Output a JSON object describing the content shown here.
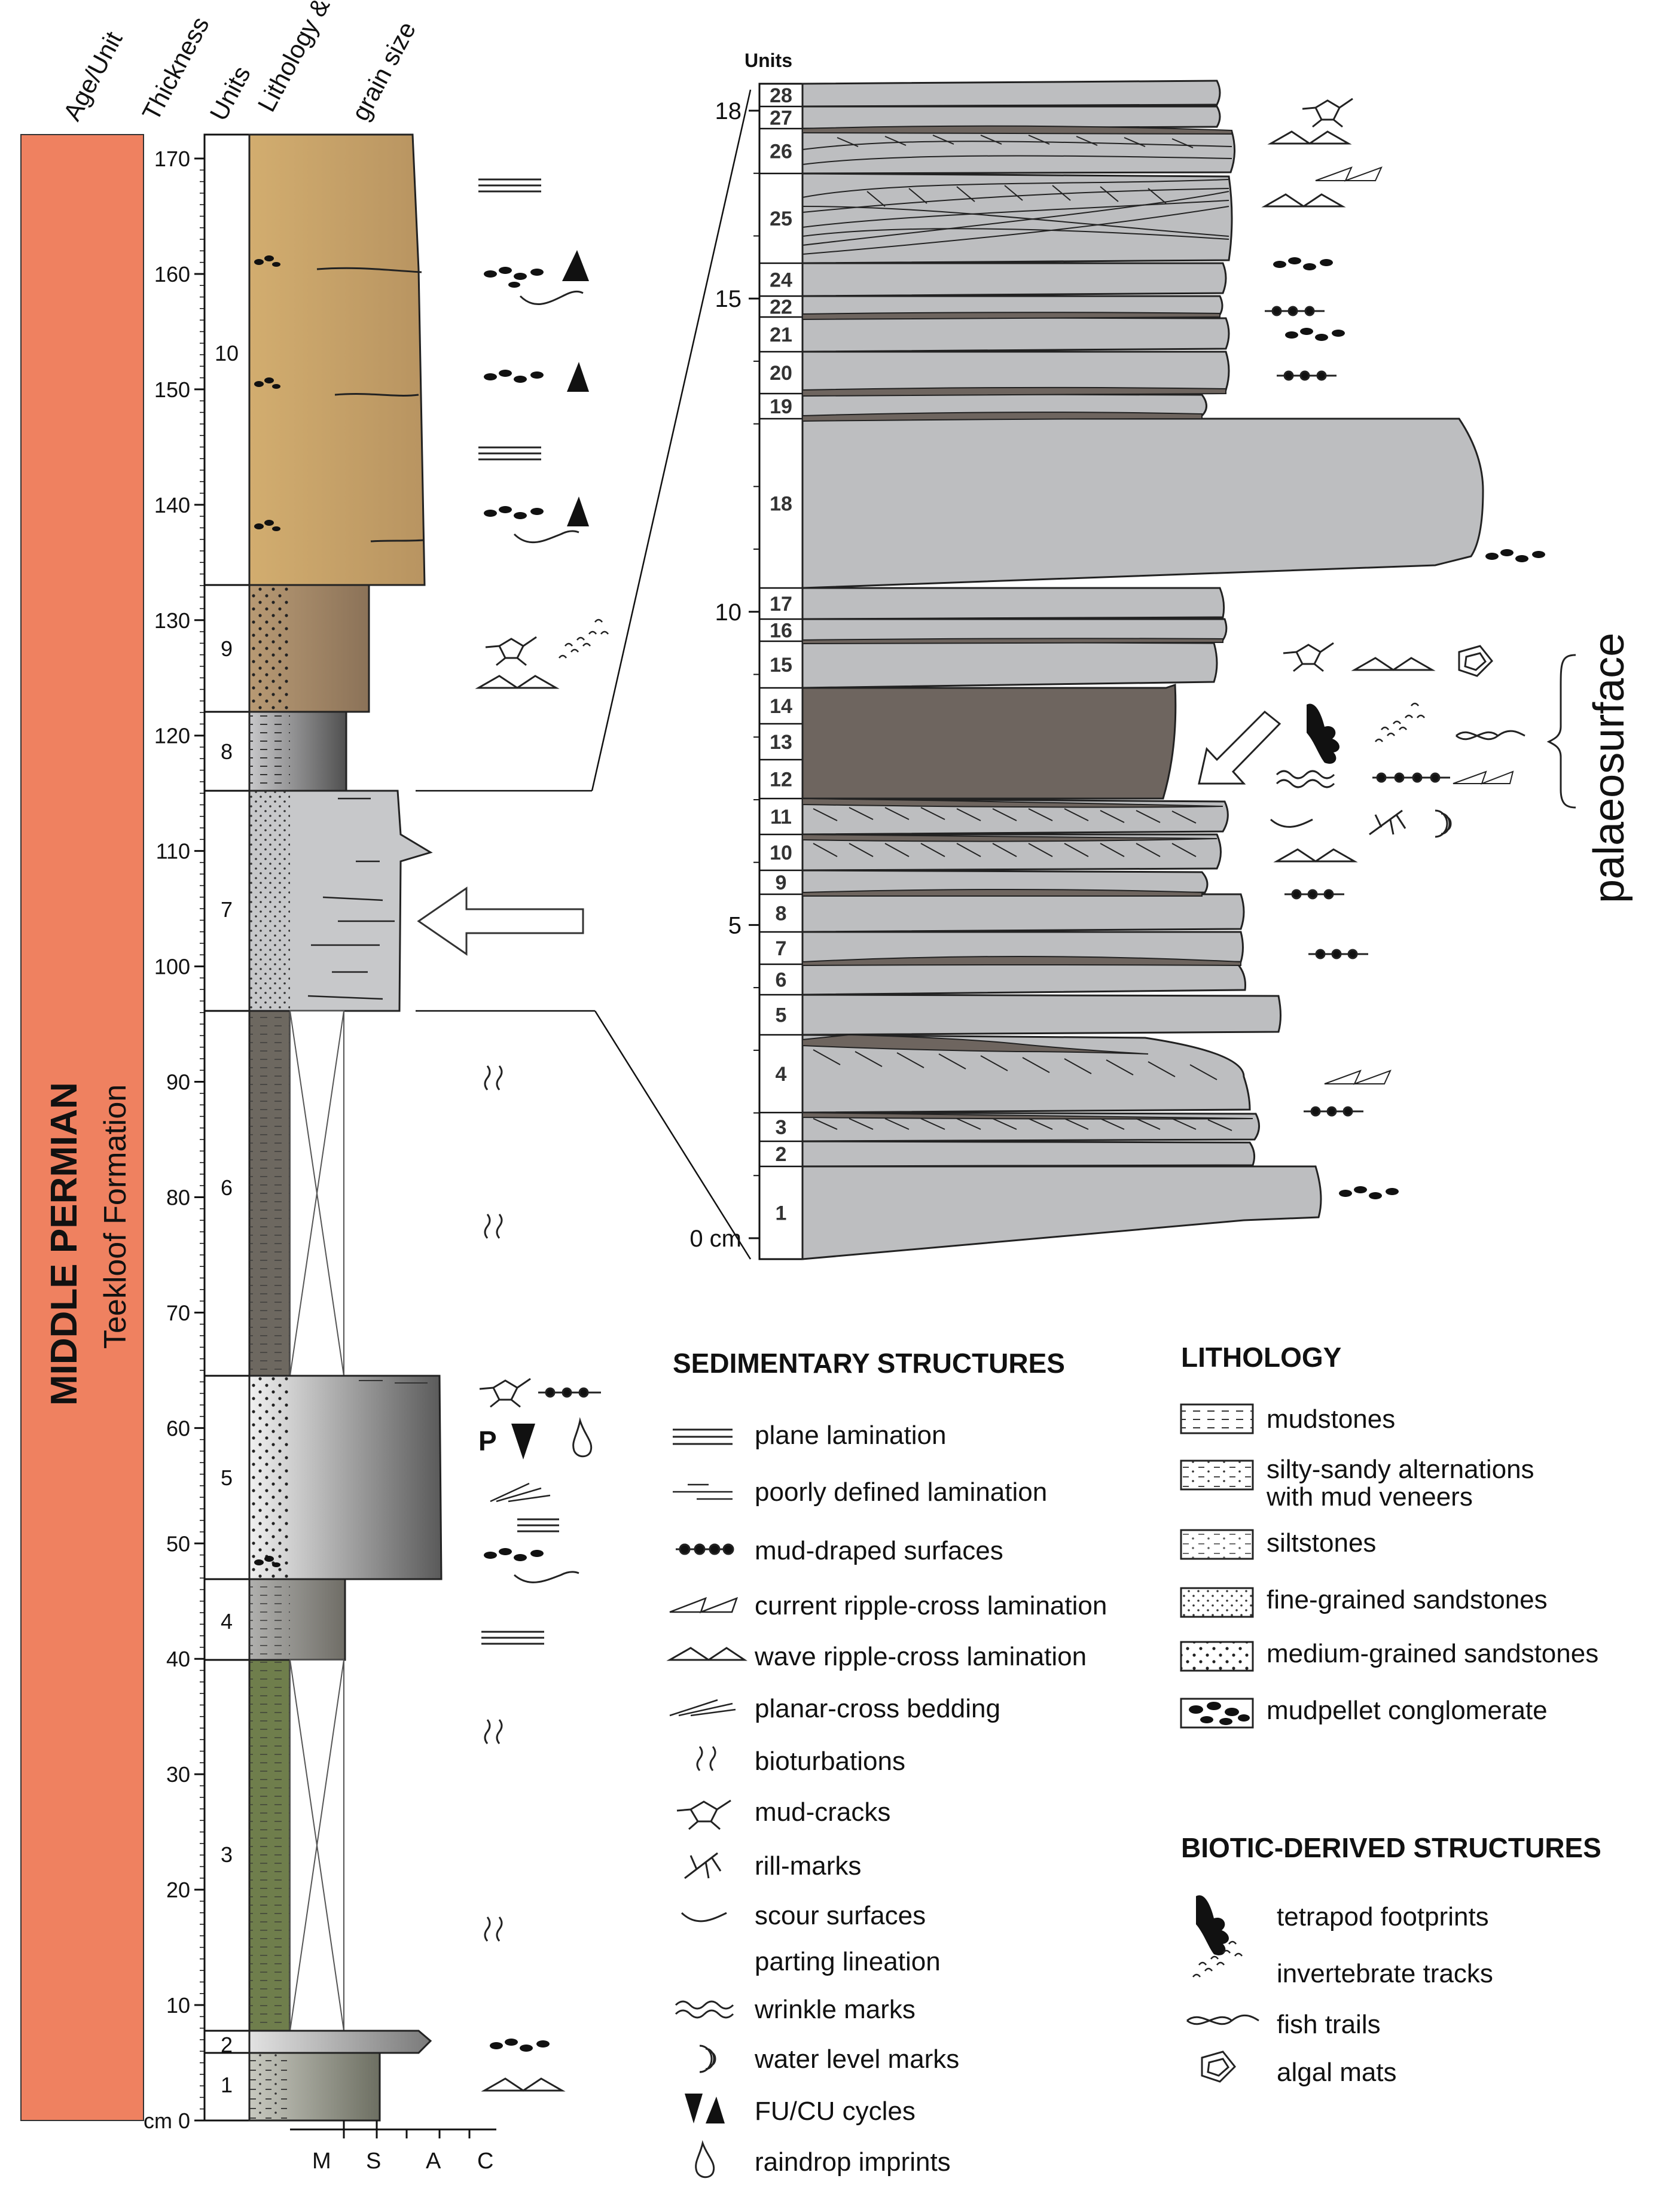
{
  "column_headers": [
    "Age/Unit",
    "Thickness",
    "Units",
    "Lithology & color",
    "grain size"
  ],
  "age_label": "MIDDLE PERMIAN",
  "formation_label": "Teekloof Formation",
  "thickness_unit": "cm",
  "thickness_ticks": [
    "0",
    "10",
    "20",
    "30",
    "40",
    "50",
    "60",
    "70",
    "80",
    "90",
    "100",
    "110",
    "120",
    "130",
    "140",
    "150",
    "160",
    "170"
  ],
  "main_units": [
    "1",
    "2",
    "3",
    "4",
    "5",
    "6",
    "7",
    "8",
    "9",
    "10"
  ],
  "grain_size_labels": [
    "M",
    "S",
    "A",
    "C"
  ],
  "parting_symbol": "P",
  "detail_header": "Units",
  "detail_ticks": [
    "0 cm",
    "5",
    "10",
    "15",
    "18"
  ],
  "detail_units": [
    "1",
    "2",
    "3",
    "4",
    "5",
    "6",
    "7",
    "8",
    "9",
    "10",
    "11",
    "12",
    "13",
    "14",
    "15",
    "16",
    "17",
    "18",
    "19",
    "20",
    "21",
    "22",
    "24",
    "25",
    "26",
    "27",
    "28"
  ],
  "palaeosurface_label": "palaeosurface",
  "legend": {
    "sedimentary_title": "SEDIMENTARY STRUCTURES",
    "sedimentary": [
      {
        "icon": "plane-lamination-icon",
        "label": "plane lamination"
      },
      {
        "icon": "poorly-defined-lamination-icon",
        "label": "poorly defined lamination"
      },
      {
        "icon": "mud-draped-surfaces-icon",
        "label": "mud-draped surfaces"
      },
      {
        "icon": "current-ripple-icon",
        "label": "current ripple-cross lamination"
      },
      {
        "icon": "wave-ripple-icon",
        "label": "wave ripple-cross lamination"
      },
      {
        "icon": "planar-cross-bedding-icon",
        "label": "planar-cross bedding"
      },
      {
        "icon": "bioturbation-icon",
        "label": "bioturbations"
      },
      {
        "icon": "mud-cracks-icon",
        "label": "mud-cracks"
      },
      {
        "icon": "rill-marks-icon",
        "label": "rill-marks"
      },
      {
        "icon": "scour-surface-icon",
        "label": "scour surfaces"
      },
      {
        "icon": "parting-lineation-icon",
        "label": "parting lineation"
      },
      {
        "icon": "wrinkle-marks-icon",
        "label": "wrinkle marks"
      },
      {
        "icon": "water-level-marks-icon",
        "label": "water level marks"
      },
      {
        "icon": "fu-cu-cycles-icon",
        "label": "FU/CU cycles"
      },
      {
        "icon": "raindrop-imprints-icon",
        "label": "raindrop imprints"
      }
    ],
    "lithology_title": "LITHOLOGY",
    "lithology": [
      {
        "icon": "mudstone-swatch-icon",
        "label": "mudstones"
      },
      {
        "icon": "silty-sandy-swatch-icon",
        "label": "silty-sandy alternations",
        "label2": "with mud veneers"
      },
      {
        "icon": "siltstone-swatch-icon",
        "label": "siltstones"
      },
      {
        "icon": "fine-sandstone-swatch-icon",
        "label": "fine-grained sandstones"
      },
      {
        "icon": "medium-sandstone-swatch-icon",
        "label": "medium-grained sandstones"
      },
      {
        "icon": "mudpellet-swatch-icon",
        "label": "mudpellet conglomerate"
      }
    ],
    "biotic_title": "BIOTIC-DERIVED STRUCTURES",
    "biotic": [
      {
        "icon": "tetrapod-footprint-icon",
        "label": "tetrapod footprints"
      },
      {
        "icon": "invertebrate-tracks-icon",
        "label": "invertebrate tracks"
      },
      {
        "icon": "fish-trails-icon",
        "label": "fish trails"
      },
      {
        "icon": "algal-mats-icon",
        "label": "algal mats"
      }
    ]
  },
  "colors": {
    "age_bar": "#ef8160",
    "unit10": "#c9a567",
    "unit9": "#a98a68",
    "unit3": "#6f7e4c",
    "unit6": "#6d6860",
    "grey_bed": "#bdbec0",
    "palaeosol": "#6e655f"
  }
}
